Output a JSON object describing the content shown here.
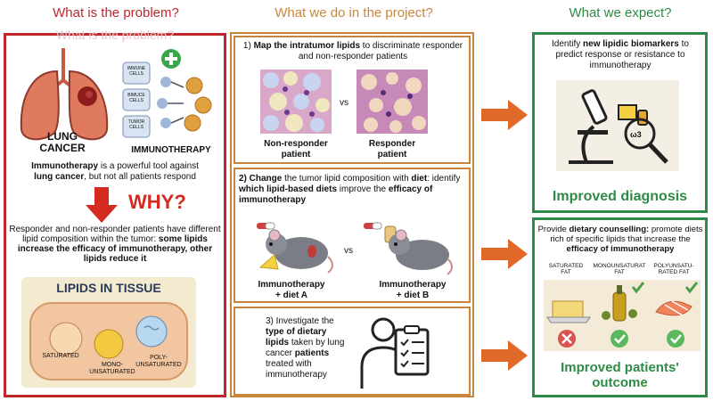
{
  "colors": {
    "problem": "#c0272d",
    "project": "#c9863a",
    "expect": "#2e8b45",
    "arrow": "#e0692a",
    "why_red": "#d42a20"
  },
  "headers": {
    "problem": "What is the problem?",
    "project": "What we do in the project?",
    "expect": "What we expect?",
    "ghost": "What is the problem?"
  },
  "problem": {
    "lung_label": "LUNG\nCANCER",
    "immunotherapy_label": "IMMUNOTHERAPY",
    "cells": [
      "IMMUNE\nCELLS",
      "BIMUCE\nCELLS",
      "TUMOR\nCELLS"
    ],
    "tool_text_bold1": "Immunotherapy",
    "tool_text_1": " is a powerful tool against",
    "tool_text_bold2": "lung cancer",
    "tool_text_2": ", but not all patients respond",
    "why": "WHY?",
    "diff_text": "Responder and non-responder patients have different lipid composition within the tumor:",
    "diff_bold": "some lipids increase the efficacy of immunotherapy, other lipids reduce it",
    "tissue_title": "LIPIDS IN TISSUE",
    "tissue_labels": [
      "SATURATED",
      "MONO-\nUNSATURATED",
      "POLY-\nUNSATURATED"
    ]
  },
  "project": {
    "step1_prefix": "1) ",
    "step1_bold": "Map the intratumor lipids",
    "step1_text": " to discriminate responder and non-responder patients",
    "vs": "vs",
    "non_responder": "Non-responder\npatient",
    "responder": "Responder\npatient",
    "step2_bold1": "2) Change",
    "step2_text1": " the tumor lipid composition with ",
    "step2_bold2": "diet",
    "step2_text2": ": identify ",
    "step2_bold3": "which lipid-based diets",
    "step2_text3": " improve the ",
    "step2_bold4": "efficacy of immunotherapy",
    "diet_a": "Immunotherapy\n+ diet A",
    "diet_b": "Immunotherapy\n+ diet B",
    "step3_pre": "3) Investigate the ",
    "step3_bold1": "type of dietary lipids",
    "step3_mid": " taken by lung cancer ",
    "step3_bold2": "patients",
    "step3_post": " treated with immunotherapy"
  },
  "expect": {
    "bio_pre": "Identify ",
    "bio_bold": "new lipidic biomarkers",
    "bio_post": " to predict response or resistance to immunotherapy",
    "diagnosis": "Improved diagnosis",
    "diet_pre": "Provide ",
    "diet_bold": "dietary counselling:",
    "diet_mid": " promote diets rich of specific lipids that increase the ",
    "diet_bold2": "efficacy of immunotherapy",
    "fat_labels": [
      "SATURATED\nFAT",
      "MONOUNSATURAT\nFAT",
      "POLYUNSATU-\nRATED FAT"
    ],
    "omega_label": "ω3",
    "outcome": "Improved patients'\noutcome"
  }
}
